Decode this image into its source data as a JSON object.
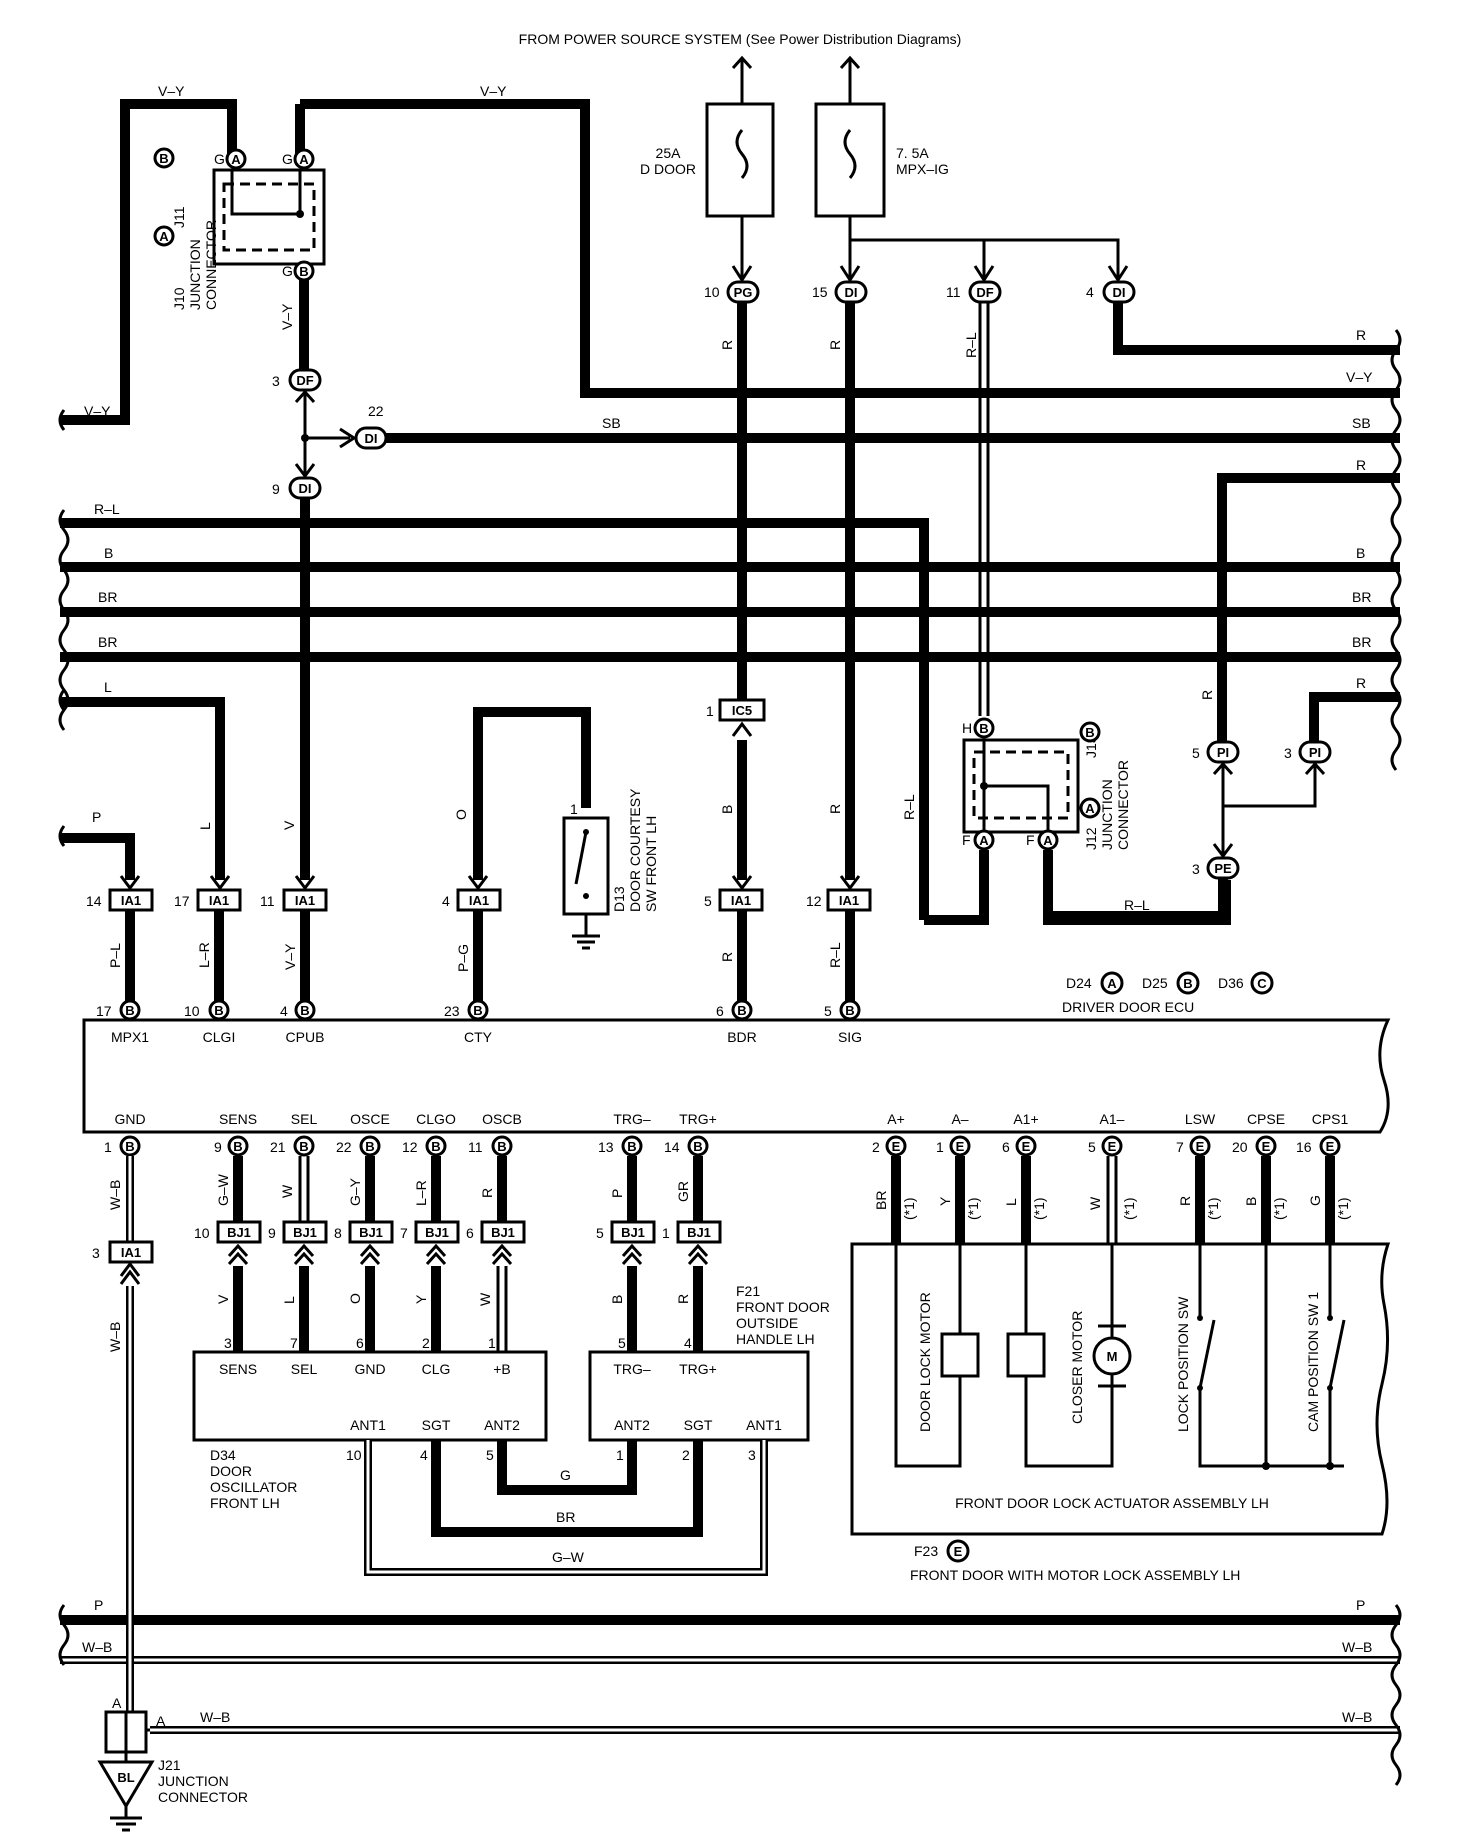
{
  "header": "FROM POWER SOURCE SYSTEM (See Power Distribution Diagrams)",
  "fuses": [
    {
      "rating": "25A",
      "name": "D DOOR"
    },
    {
      "rating": "7. 5A",
      "name": "MPX–IG"
    }
  ],
  "connectors": {
    "PG": "PG",
    "DI": "DI",
    "DF": "DF",
    "IC5": "IC5",
    "PI": "PI",
    "PE": "PE",
    "IA1": "IA1",
    "BJ1": "BJ1",
    "A": "A",
    "B": "B",
    "C": "C",
    "E": "E",
    "BL": "BL"
  },
  "pins": {
    "p10": "10",
    "p15": "15",
    "p11": "11",
    "p4": "4",
    "p3": "3",
    "p22": "22",
    "p9": "9",
    "p1": "1",
    "p5": "5",
    "p12": "12",
    "p14": "14",
    "p17": "17",
    "p23": "23",
    "p6": "6",
    "p21": "21",
    "p13": "13",
    "p2": "2",
    "p7": "7",
    "p20": "20",
    "p16": "16",
    "p8": "8",
    "H": "H",
    "F": "F",
    "G": "G"
  },
  "wire_colors": {
    "VY": "V–Y",
    "R": "R",
    "RL": "R–L",
    "SB": "SB",
    "B": "B",
    "BR": "BR",
    "L": "L",
    "P": "P",
    "V": "V",
    "O": "O",
    "PL": "P–L",
    "LR": "L–R",
    "PG": "P–G",
    "WB": "W–B",
    "GW": "G–W",
    "W": "W",
    "GY": "G–Y",
    "GR": "GR",
    "Y": "Y",
    "G": "G"
  },
  "star1": "(*1)",
  "components": {
    "j10_j11": {
      "ref1": "J10",
      "ref2": "J11",
      "name1": "JUNCTION",
      "name2": "CONNECTOR"
    },
    "j12_j13": {
      "ref1": "J12",
      "ref2": "J13",
      "name1": "JUNCTION",
      "name2": "CONNECTOR"
    },
    "d13": {
      "ref": "D13",
      "name1": "DOOR COURTESY",
      "name2": "SW FRONT LH"
    },
    "ecu": {
      "ref1": "D24",
      "ref2": "D25",
      "ref3": "D36",
      "name": "DRIVER DOOR ECU"
    },
    "f21": {
      "ref": "F21",
      "name1": "FRONT DOOR",
      "name2": "OUTSIDE",
      "name3": "HANDLE LH"
    },
    "d34": {
      "ref": "D34",
      "name1": "DOOR",
      "name2": "OSCILLATOR",
      "name3": "FRONT LH"
    },
    "actuator": {
      "name": "FRONT DOOR LOCK ACTUATOR ASSEMBLY LH"
    },
    "f23": {
      "ref": "F23",
      "name": "FRONT DOOR WITH MOTOR LOCK ASSEMBLY LH"
    },
    "j21": {
      "ref": "J21",
      "name1": "JUNCTION",
      "name2": "CONNECTOR"
    },
    "door_lock_motor": "DOOR LOCK MOTOR",
    "closer_motor": "CLOSER MOTOR",
    "lock_position_sw": "LOCK POSITION SW",
    "cam_position_sw": "CAM POSITION SW 1",
    "motor_symbol": "M"
  },
  "ecu_terminals_top": [
    "MPX1",
    "CLGI",
    "CPUB",
    "CTY",
    "BDR",
    "SIG"
  ],
  "ecu_terminals_bottom": [
    "GND",
    "SENS",
    "SEL",
    "OSCE",
    "CLGO",
    "OSCB",
    "TRG–",
    "TRG+",
    "A+",
    "A–",
    "A1+",
    "A1–",
    "LSW",
    "CPSE",
    "CPS1"
  ],
  "d34_terminals_top": [
    "SENS",
    "SEL",
    "GND",
    "CLG",
    "+B"
  ],
  "d34_terminals_bottom": [
    "ANT1",
    "SGT",
    "ANT2"
  ],
  "f21_terminals_top": [
    "TRG–",
    "TRG+"
  ],
  "f21_terminals_bottom": [
    "ANT2",
    "SGT",
    "ANT1"
  ]
}
